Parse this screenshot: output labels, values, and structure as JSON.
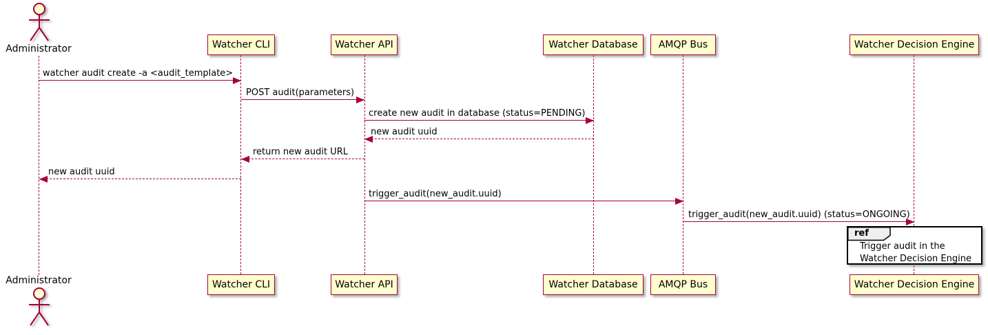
{
  "diagram": {
    "type": "sequence-diagram",
    "style": "plantuml",
    "actor": {
      "name": "Administrator"
    },
    "participants": [
      {
        "name": "Watcher CLI"
      },
      {
        "name": "Watcher API"
      },
      {
        "name": "Watcher Database"
      },
      {
        "name": "AMQP Bus"
      },
      {
        "name": "Watcher Decision Engine"
      }
    ],
    "messages": [
      {
        "from": "Administrator",
        "to": "Watcher CLI",
        "label": "watcher audit create -a <audit_template>",
        "line": "solid",
        "direction": "right"
      },
      {
        "from": "Watcher CLI",
        "to": "Watcher API",
        "label": "POST audit(parameters)",
        "line": "solid",
        "direction": "right"
      },
      {
        "from": "Watcher API",
        "to": "Watcher Database",
        "label": "create new audit in database (status=PENDING)",
        "line": "solid",
        "direction": "right"
      },
      {
        "from": "Watcher Database",
        "to": "Watcher API",
        "label": "new audit uuid",
        "line": "dashed",
        "direction": "left"
      },
      {
        "from": "Watcher API",
        "to": "Watcher CLI",
        "label": "return new audit URL",
        "line": "dashed",
        "direction": "left"
      },
      {
        "from": "Watcher CLI",
        "to": "Administrator",
        "label": "new audit uuid",
        "line": "dashed",
        "direction": "left"
      },
      {
        "from": "Watcher API",
        "to": "AMQP Bus",
        "label": "trigger_audit(new_audit.uuid)",
        "line": "solid",
        "direction": "right"
      },
      {
        "from": "AMQP Bus",
        "to": "Watcher Decision Engine",
        "label": "trigger_audit(new_audit.uuid) (status=ONGOING)",
        "line": "solid",
        "direction": "right"
      }
    ],
    "ref": {
      "keyword": "ref",
      "over": "Watcher Decision Engine",
      "lines": [
        "Trigger audit in the",
        "Watcher Decision Engine"
      ]
    },
    "colors": {
      "participant_fill": "#fefece",
      "participant_border": "#a80036",
      "line": "#a80036",
      "text": "#000000",
      "ref_header_fill": "#eeeeee",
      "ref_border": "#000000",
      "background": "#ffffff"
    }
  }
}
